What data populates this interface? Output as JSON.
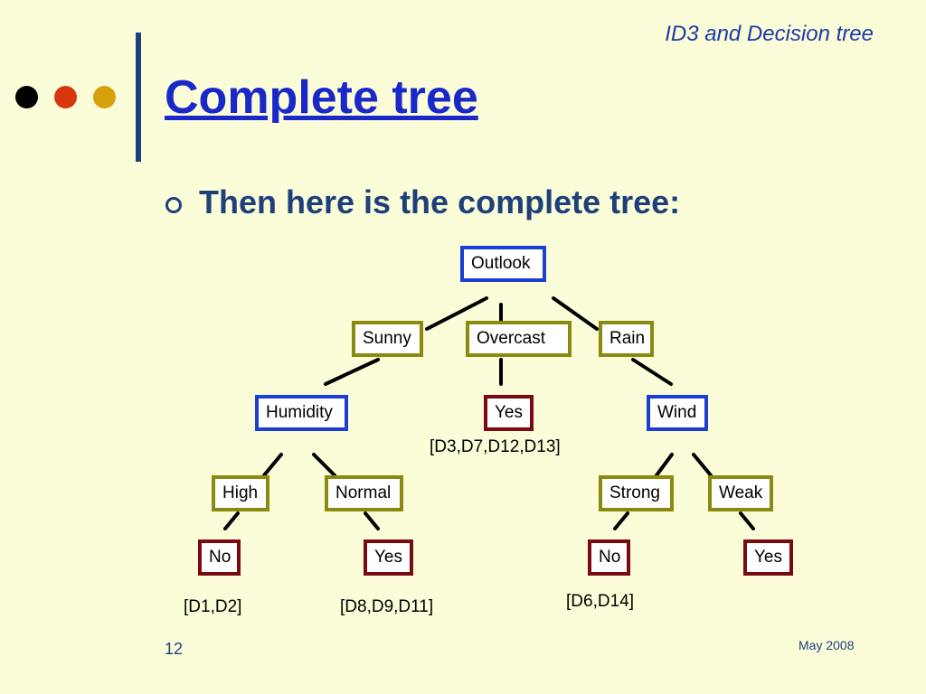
{
  "header": {
    "title": "ID3 and Decision tree"
  },
  "decor": {
    "dot_colors": [
      "#000000",
      "#d8360c",
      "#d6a10a"
    ]
  },
  "slide": {
    "title": "Complete tree",
    "bullet": "Then here is the complete tree:",
    "page_number": "12",
    "date": "May 2008"
  },
  "tree": {
    "root": "Outlook",
    "outlook_values": [
      "Sunny",
      "Overcast",
      "Rain"
    ],
    "sunny_attr": "Humidity",
    "overcast_leaf": "Yes",
    "overcast_data": "[D3,D7,D12,D13]",
    "rain_attr": "Wind",
    "humidity_values": [
      "High",
      "Normal"
    ],
    "humidity_leaves": [
      "No",
      "Yes"
    ],
    "humidity_data": [
      "[D1,D2]",
      "[D8,D9,D11]"
    ],
    "wind_values": [
      "Strong",
      "Weak"
    ],
    "wind_leaves": [
      "No",
      "Yes"
    ],
    "wind_data": [
      "[D6,D14]"
    ]
  },
  "colors": {
    "background": "#fbfdd9",
    "attribute_border": "#1b3fd0",
    "value_border": "#8a8a10",
    "leaf_border": "#7a0a10",
    "title": "#1a28c9",
    "text": "#1e3f7a"
  }
}
